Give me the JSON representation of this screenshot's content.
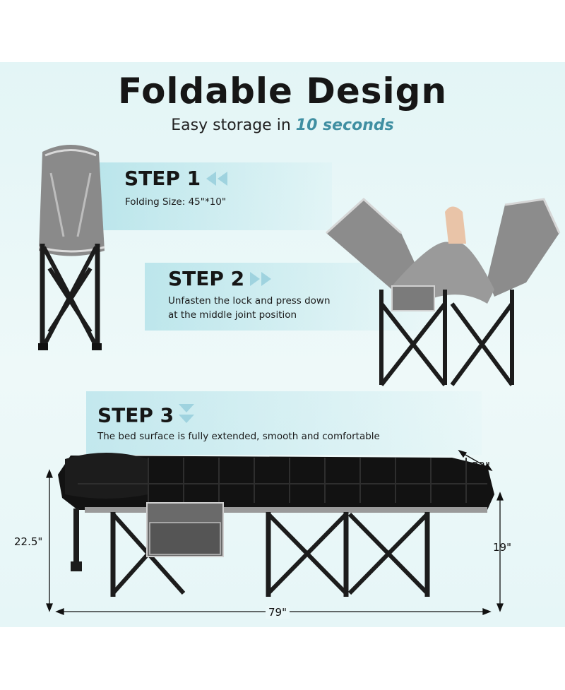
{
  "header": {
    "title": "Foldable Design",
    "subtitle_prefix": "Easy storage in ",
    "subtitle_accent": "10 seconds"
  },
  "steps": [
    {
      "label": "STEP 1",
      "lines": [
        "Folding Size: 45\"*10\""
      ],
      "arrow_icon": "double-chevron-left-icon"
    },
    {
      "label": "STEP 2",
      "lines": [
        "Unfasten the lock and press down",
        "at the middle joint position"
      ],
      "arrow_icon": "double-chevron-right-icon"
    },
    {
      "label": "STEP 3",
      "lines": [
        "The bed surface is fully extended, smooth and comfortable"
      ],
      "arrow_icon": "double-chevron-down-icon"
    }
  ],
  "dimensions": {
    "width": "32\"",
    "height_left": "22.5\"",
    "height_right": "19\"",
    "length": "79\""
  },
  "colors": {
    "accent": "#3f8fa2",
    "arrow": "#9fd3df",
    "frame": "#1c1c1c",
    "fabric": "#8a8a8a",
    "pad": "#121212"
  }
}
